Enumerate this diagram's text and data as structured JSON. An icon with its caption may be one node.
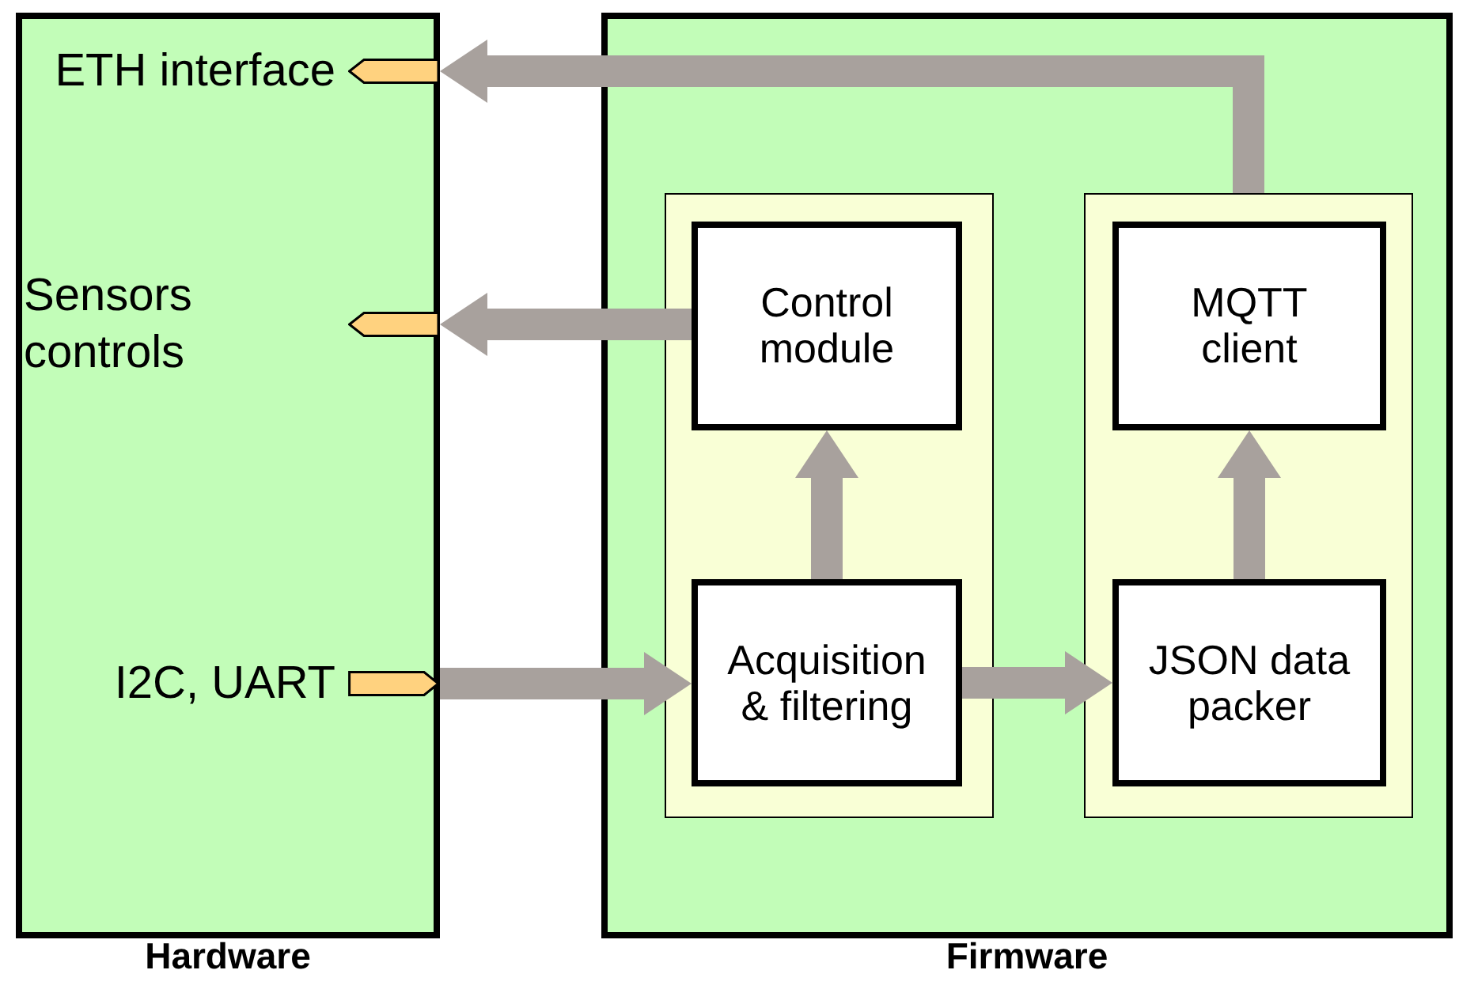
{
  "diagram": {
    "nodes": [
      {
        "text": [
          "Hardware"
        ]
      },
      {
        "text": [
          "Firmware"
        ]
      },
      {
        "text": [
          "ETH interface"
        ],
        "in": 0
      },
      {
        "text": [
          "Sensors controls"
        ],
        "in": 0
      },
      {
        "text": [
          "I2C, UART"
        ],
        "in": 0
      },
      {
        "text": [],
        "shape": "box",
        "in": 1
      },
      {
        "text": [],
        "shape": "box",
        "in": 1
      },
      {
        "text": [
          "Control module"
        ],
        "in": 5
      },
      {
        "text": [
          "Acquisition & filtering"
        ],
        "in": 5
      },
      {
        "text": [
          "MQTT client"
        ],
        "in": 6
      },
      {
        "text": [
          "JSON data packer"
        ],
        "in": 6
      }
    ],
    "edges": [
      {
        "from": 6,
        "to": 2,
        "arrow": "to"
      },
      {
        "from": 7,
        "to": 3,
        "arrow": "to"
      },
      {
        "from": 4,
        "to": 8,
        "arrow": "to"
      },
      {
        "from": 8,
        "to": 7,
        "arrow": "to"
      },
      {
        "from": 8,
        "to": 10,
        "arrow": "to"
      },
      {
        "from": 10,
        "to": 9,
        "arrow": "to"
      }
    ]
  }
}
